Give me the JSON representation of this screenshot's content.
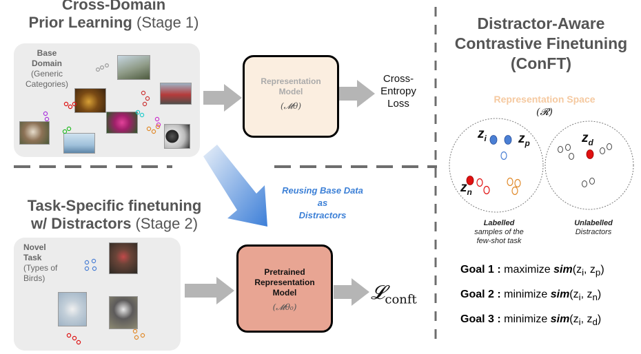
{
  "stage1": {
    "title_line1": "Cross-Domain",
    "title_line2_bold": "Prior Learning",
    "title_line2_rest": " (Stage 1)",
    "base_domain_line1": "Base",
    "base_domain_line2": "Domain",
    "base_domain_line3": "(Generic",
    "base_domain_line4": "Categories)"
  },
  "stage2": {
    "title_line1": "Task-Specific finetuning",
    "title_line2_bold": "w/ Distractors",
    "title_line2_rest": " (Stage 2)",
    "novel_line1": "Novel",
    "novel_line2": "Task",
    "novel_line3": "(Types of",
    "novel_line4": "Birds)"
  },
  "model1": {
    "line1": "Representation",
    "line2": "Model",
    "symbol": "(𝓜θ)",
    "fill": "#fbeee0",
    "text_color": "#aaaaaa"
  },
  "model2": {
    "line1": "Pretrained",
    "line2": "Representation",
    "line3": "Model",
    "symbol": "(𝓜θ₀)",
    "fill": "#e8a593"
  },
  "loss1": {
    "line1": "Cross-",
    "line2": "Entropy",
    "line3": "Loss"
  },
  "loss2": {
    "symbol": "𝓛",
    "sub": "conft"
  },
  "reuse": {
    "line1": "Reusing Base Data",
    "line2": "as",
    "line3": "Distractors",
    "color": "#3b7fd6"
  },
  "conft": {
    "title_line1": "Distractor-Aware",
    "title_line2": "Contrastive Finetuning",
    "title_line3": "(ConFT)",
    "rep_space": "Representation Space",
    "rep_space_color": "#f5c9a0",
    "rep_symbol": "(𝓡)",
    "labelled_bold": "Labelled",
    "labelled_rest1": "samples of the",
    "labelled_rest2": "few-shot task",
    "unlabelled_bold": "Unlabelled",
    "unlabelled_rest": "Distractors"
  },
  "z": {
    "zi": "z",
    "zi_sub": "i",
    "zp": "z",
    "zp_sub": "p",
    "zn": "z",
    "zn_sub": "n",
    "zd": "z",
    "zd_sub": "d"
  },
  "goals": [
    {
      "label": "Goal 1 :",
      "verb": "maximize",
      "sim": "sim",
      "args": "(z",
      "a": "i",
      "b": ", z",
      "c": "p",
      "end": ")"
    },
    {
      "label": "Goal 2 :",
      "verb": "minimize",
      "sim": "sim",
      "args": "(z",
      "a": "i",
      "b": ", z",
      "c": "n",
      "end": ")"
    },
    {
      "label": "Goal 3 :",
      "verb": "minimize",
      "sim": "sim",
      "args": "(z",
      "a": "i",
      "b": ", z",
      "c": "d",
      "end": ")"
    }
  ],
  "colors": {
    "blue_dot": "#4a7fd4",
    "red_dot": "#e01010",
    "orange_ring": "#e08a2a",
    "arrow_gray": "#b5b5b5"
  }
}
